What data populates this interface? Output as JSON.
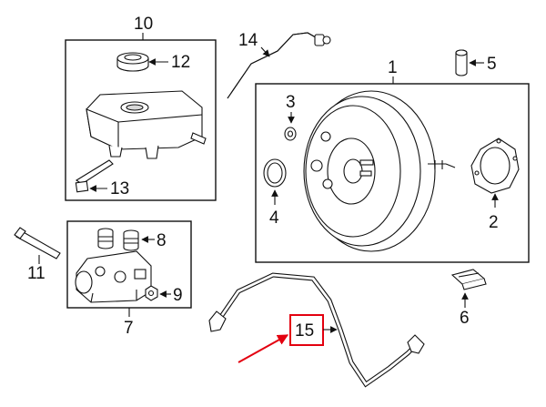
{
  "callouts": {
    "c1": "1",
    "c2": "2",
    "c3": "3",
    "c4": "4",
    "c5": "5",
    "c6": "6",
    "c7": "7",
    "c8": "8",
    "c9": "9",
    "c10": "10",
    "c11": "11",
    "c12": "12",
    "c13": "13",
    "c14": "14",
    "c15": "15"
  },
  "colors": {
    "line": "#111111",
    "highlight": "#e3000f",
    "background": "#ffffff"
  }
}
